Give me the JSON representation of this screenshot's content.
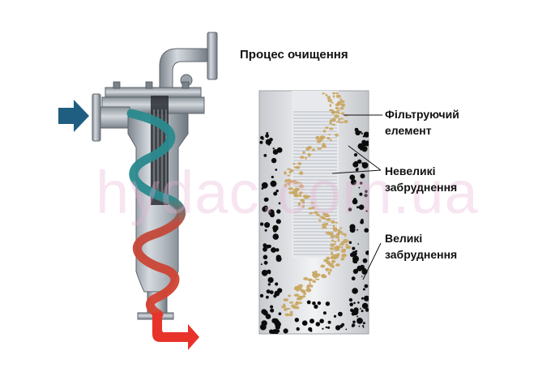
{
  "diagram": {
    "title": "Процес очищення",
    "labels": {
      "filter_element": [
        "Фільтруючий",
        "елемент"
      ],
      "small_contaminants": [
        "Невеликі",
        "забруднення"
      ],
      "large_contaminants": [
        "Великі",
        "забруднення"
      ]
    },
    "watermark": "hydac.com.ua",
    "colors": {
      "inlet_arrow": "#1f5e80",
      "cold_flow": "#2a8a8e",
      "hot_flow": "#d9402e",
      "outlet_arrow": "#e8332a",
      "housing": "#aab1b8",
      "particles": "#c9a660"
    },
    "icons": [
      "inlet-arrow-icon",
      "outlet-arrow-icon"
    ]
  }
}
